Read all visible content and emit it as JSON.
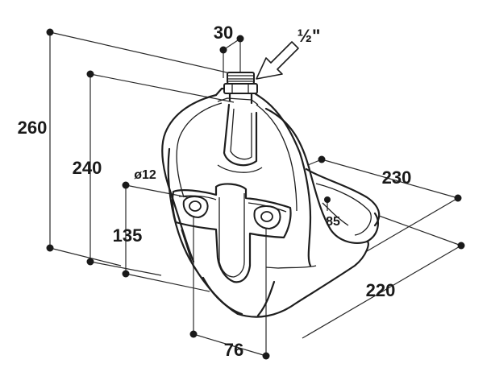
{
  "dimensions": {
    "overall_height": "260",
    "bracket_height": "240",
    "hole_height": "135",
    "hole_diameter": "ø12",
    "hole_spacing": "76",
    "inlet_width": "30",
    "thread_size": "½\"",
    "bowl_depth": "85",
    "bowl_length": "230",
    "bowl_width": "220"
  }
}
